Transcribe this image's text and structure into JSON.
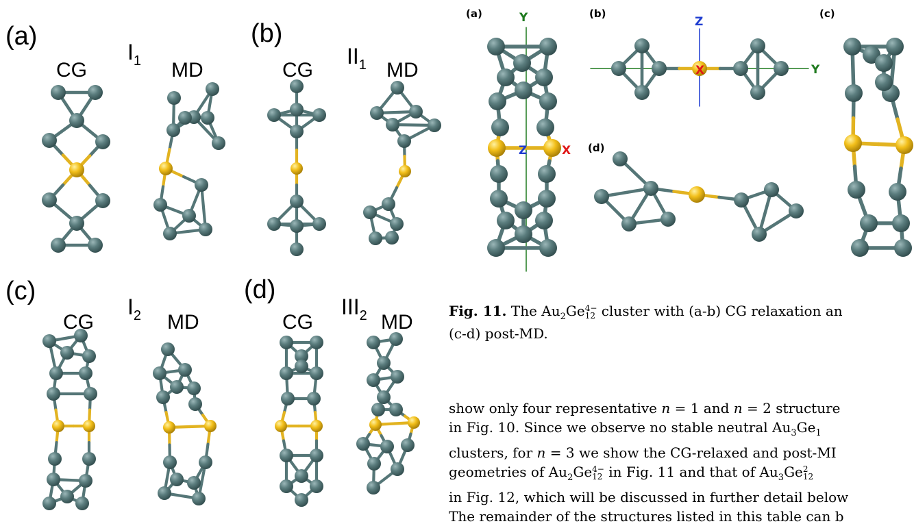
{
  "left_figure": {
    "panels": [
      {
        "tag": "(a)",
        "cg": "CG",
        "md": "MD",
        "isomer": "I",
        "isomer_sub": "1"
      },
      {
        "tag": "(b)",
        "cg": "CG",
        "md": "MD",
        "isomer": "II",
        "isomer_sub": "1"
      },
      {
        "tag": "(c)",
        "cg": "CG",
        "md": "MD",
        "isomer": "I",
        "isomer_sub": "2"
      },
      {
        "tag": "(d)",
        "cg": "CG",
        "md": "MD",
        "isomer": "III",
        "isomer_sub": "2"
      }
    ]
  },
  "fig11": {
    "panel_tags": [
      "(a)",
      "(b)",
      "(c)",
      "(d)"
    ],
    "axis_labels": {
      "y": "Y",
      "z_top": "Z",
      "z_mid": "Z",
      "x": "X",
      "x_b": "X",
      "y_b": "Y"
    },
    "caption": {
      "label": "Fig. 11.",
      "line1": "The Au2Ge4−12 cluster with (a-b) CG relaxation an",
      "line2": "(c-d) post-MD."
    }
  },
  "body_text": [
    "show only four representative n = 1 and n = 2 structure",
    "in Fig. 10. Since we observe no stable neutral Au3Ge1",
    "clusters, for n = 3 we show the CG-relaxed and post-MI",
    "geometries of Au2Ge4−12 in Fig. 11 and that of Au3Ge212",
    "in Fig. 12, which will be discussed in further detail below",
    "The remainder of the structures listed in this table can b"
  ],
  "colors": {
    "ge": "#577a7b",
    "au": "#f0be1e",
    "bond_ge": "#557677",
    "bond_au": "#e2b321",
    "axis_y": "#1f7a1f",
    "axis_z": "#1e3cd0",
    "axis_x": "#e01818"
  }
}
